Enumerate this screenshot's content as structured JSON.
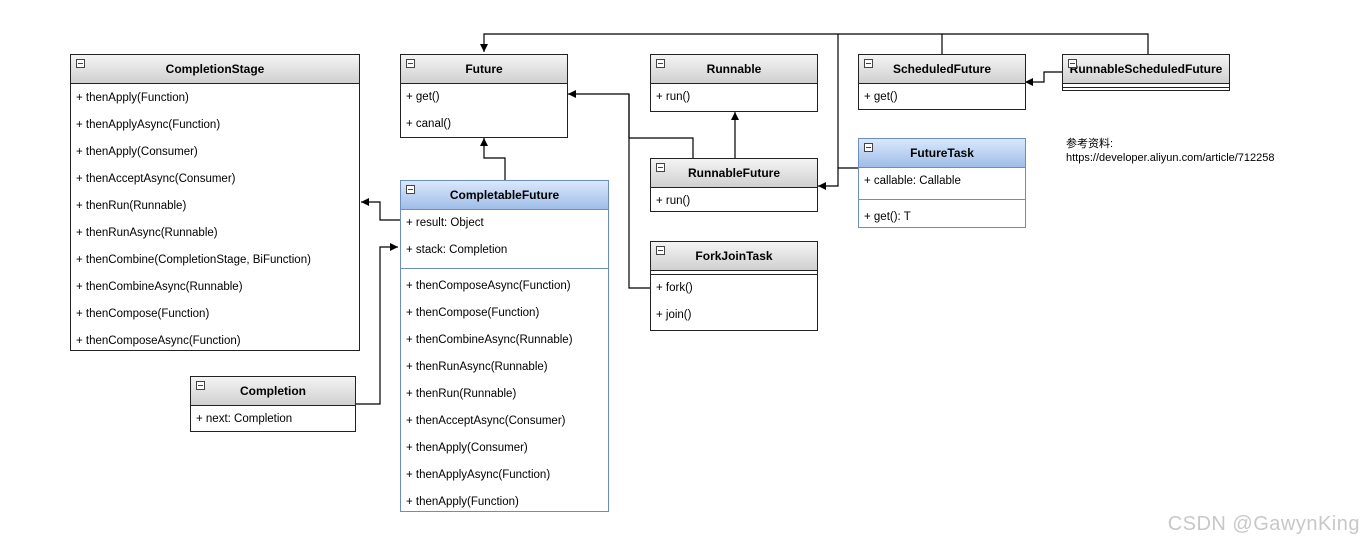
{
  "classes": {
    "completion_stage": {
      "name": "CompletionStage",
      "members": [
        "+ thenApply(Function)",
        "+ thenApplyAsync(Function)",
        "+ thenApply(Consumer)",
        "+ thenAcceptAsync(Consumer)",
        "+ thenRun(Runnable)",
        "+ thenRunAsync(Runnable)",
        "+ thenCombine(CompletionStage, BiFunction)",
        "+ thenCombineAsync(Runnable)",
        "+ thenCompose(Function)",
        "+ thenComposeAsync(Function)"
      ]
    },
    "future": {
      "name": "Future",
      "members": [
        "+ get()",
        "+ canal()"
      ]
    },
    "completable_future": {
      "name": "CompletableFuture",
      "fields": [
        "+ result: Object",
        "+ stack: Completion"
      ],
      "methods": [
        "+ thenComposeAsync(Function)",
        "+ thenCompose(Function)",
        "+ thenCombineAsync(Runnable)",
        "+ thenRunAsync(Runnable)",
        "+ thenRun(Runnable)",
        "+ thenAcceptAsync(Consumer)",
        "+ thenApply(Consumer)",
        "+ thenApplyAsync(Function)",
        "+ thenApply(Function)"
      ]
    },
    "completion": {
      "name": "Completion",
      "members": [
        "+ next: Completion"
      ]
    },
    "runnable": {
      "name": "Runnable",
      "members": [
        "+ run()"
      ]
    },
    "runnable_future": {
      "name": "RunnableFuture",
      "members": [
        "+ run()"
      ]
    },
    "fork_join_task": {
      "name": "ForkJoinTask",
      "members": [
        "+ fork()",
        "+ join()"
      ]
    },
    "scheduled_future": {
      "name": "ScheduledFuture",
      "members": [
        "+ get()"
      ]
    },
    "runnable_scheduled_future": {
      "name": "RunnableScheduledFuture"
    },
    "future_task": {
      "name": "FutureTask",
      "fields": [
        "+ callable: Callable"
      ],
      "methods": [
        "+ get(): T"
      ]
    }
  },
  "reference": {
    "label": "参考资料:",
    "url": "https://developer.aliyun.com/article/712258"
  },
  "watermark": "CSDN @GawynKing",
  "colors": {
    "border": "#222222",
    "blue_border": "#6c8ebf",
    "blue_header": "#dae8fc"
  }
}
